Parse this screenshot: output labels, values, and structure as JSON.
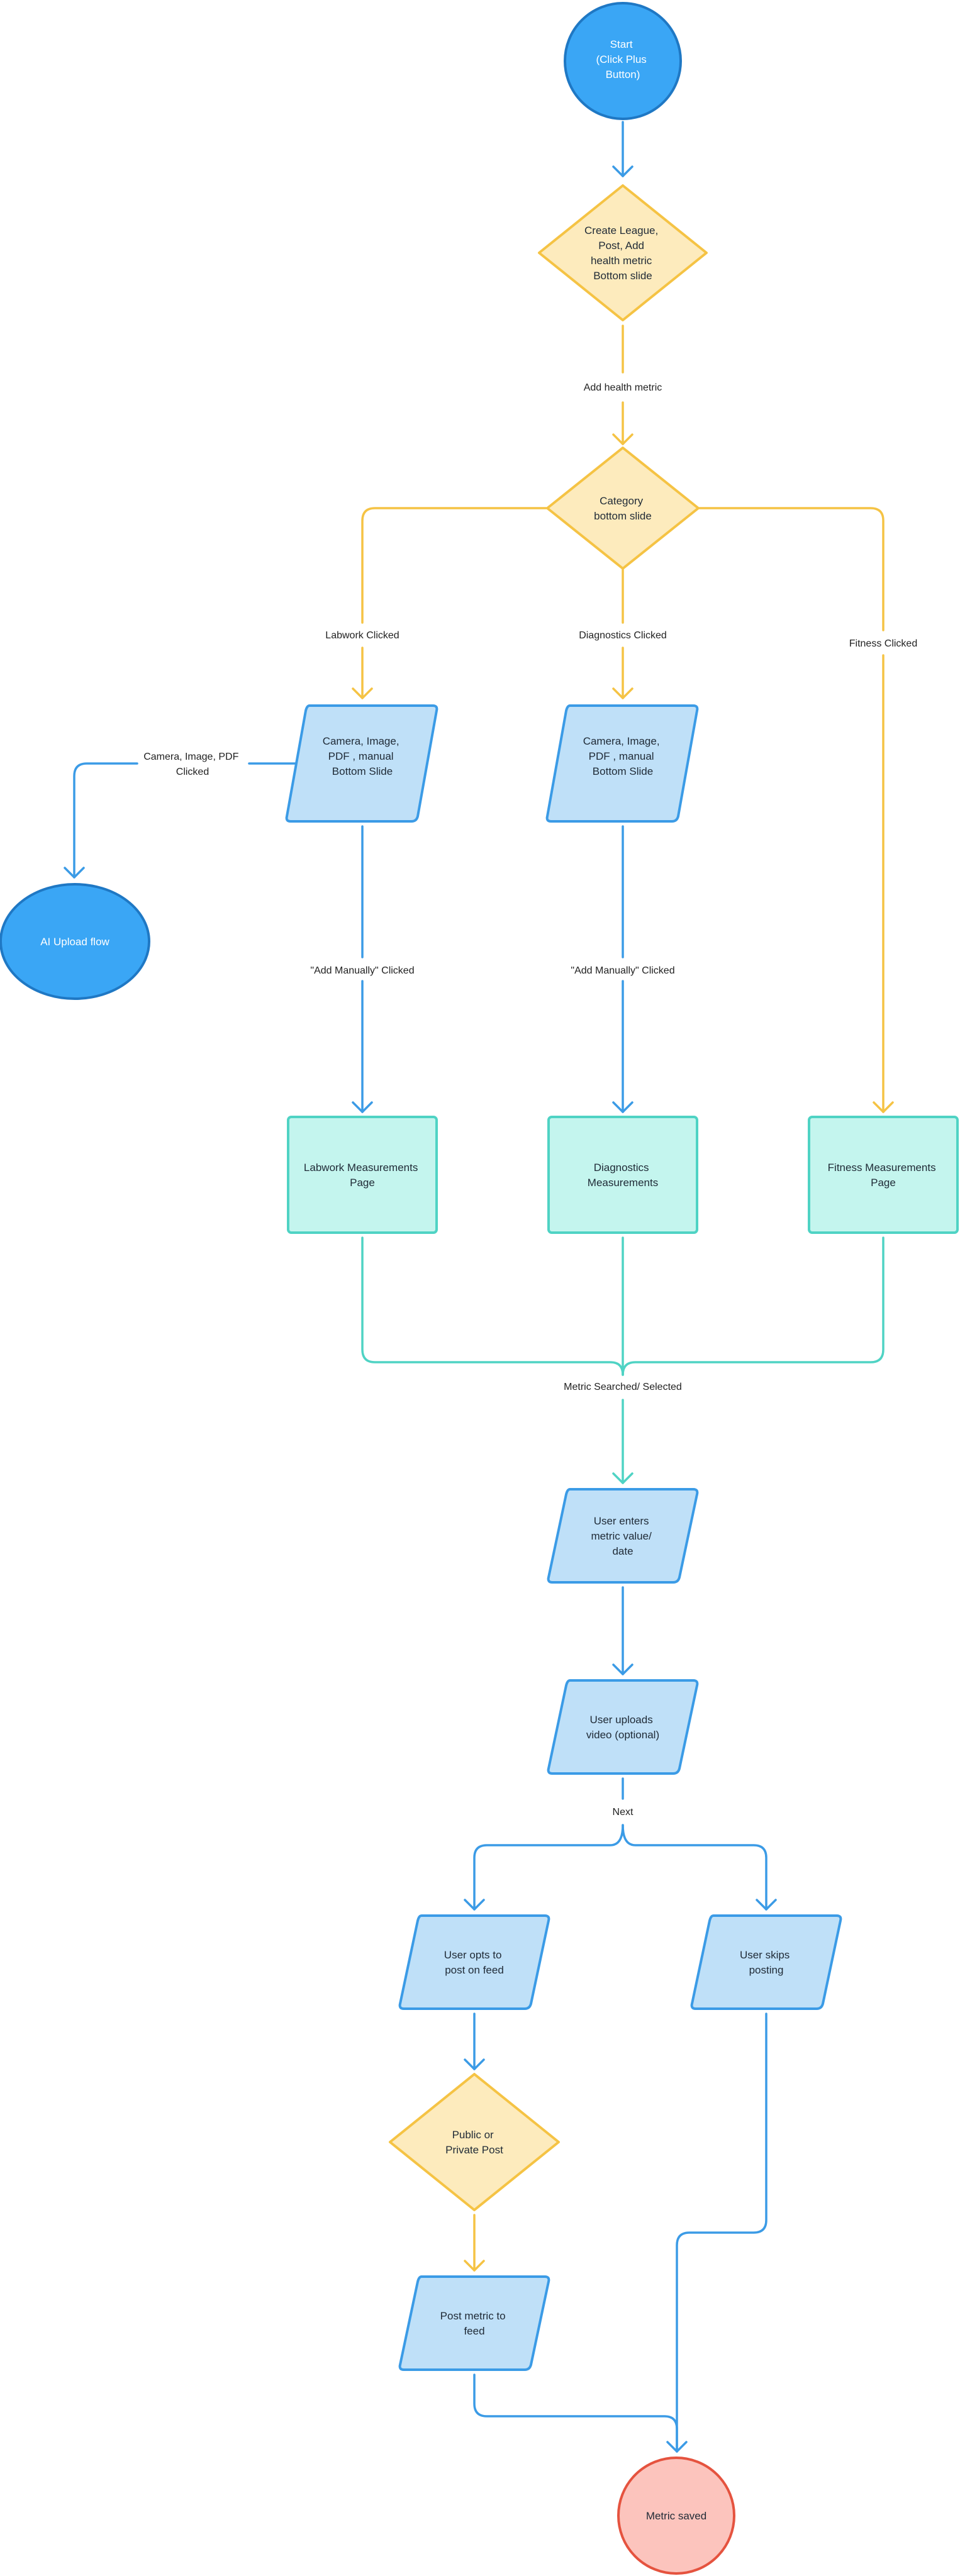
{
  "colors": {
    "blue": "#3b9be6",
    "blue_fill": "#bfe0f8",
    "blue_dark_fill": "#3aa6f5",
    "yellow": "#f5c344",
    "yellow_fill": "#fdebbd",
    "teal": "#4fd3c4",
    "teal_fill": "#c4f5ee",
    "red": "#e5533f",
    "red_fill": "#fcc4bd"
  },
  "nodes": {
    "start": [
      "Start",
      "(Click Plus",
      "Button)"
    ],
    "create_menu": [
      "Create League,",
      "Post, Add",
      "health metric",
      "Bottom slide"
    ],
    "category": [
      "Category",
      "bottom slide"
    ],
    "labwork_upload": [
      "Camera, Image,",
      "PDF , manual",
      "Bottom Slide"
    ],
    "diagnostics_upload": [
      "Camera, Image,",
      "PDF , manual",
      "Bottom Slide"
    ],
    "ai_upload": [
      "AI Upload flow"
    ],
    "labwork_page": [
      "Labwork Measurements",
      "Page"
    ],
    "diagnostics_page": [
      "Diagnostics",
      "Measurements"
    ],
    "fitness_page": [
      "Fitness Measurements",
      "Page"
    ],
    "enter_value": [
      "User enters",
      "metric value/",
      "date"
    ],
    "upload_video": [
      "User uploads",
      "video (optional)"
    ],
    "opt_post": [
      "User opts to",
      "post on feed"
    ],
    "skip_post": [
      "User skips",
      "posting"
    ],
    "public_private": [
      "Public or",
      "Private Post"
    ],
    "post_metric": [
      "Post metric to",
      "feed"
    ],
    "metric_saved": [
      "Metric saved"
    ]
  },
  "edge_labels": {
    "add_health_metric": "Add health metric",
    "labwork_clicked": "Labwork Clicked",
    "diagnostics_clicked": "Diagnostics Clicked",
    "fitness_clicked": "Fitness Clicked",
    "camera_clicked": [
      "Camera, Image, PDF",
      "Clicked"
    ],
    "labwork_add_manually": "\"Add Manually\" Clicked",
    "diagnostics_add_manually": "\"Add Manually\" Clicked",
    "metric_searched": "Metric Searched/ Selected",
    "next": "Next"
  }
}
